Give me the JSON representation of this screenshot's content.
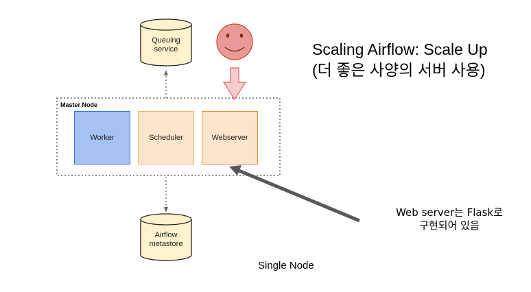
{
  "title": {
    "line1": "Scaling Airflow: Scale Up",
    "line2": "(더 좋은 사양의 서버 사용)"
  },
  "master_node": {
    "label": "Master Node"
  },
  "components": {
    "worker": "Worker",
    "scheduler": "Scheduler",
    "webserver": "Webserver"
  },
  "queuing_service": {
    "line1": "Queuing",
    "line2": "service"
  },
  "airflow_metastore": {
    "line1": "Airflow",
    "line2": "metastore"
  },
  "note": {
    "line1": "Web server는 Flask로",
    "line2": "구현되어 있음"
  },
  "caption": "Single Node",
  "colors": {
    "worker_fill": "#a4c2f4",
    "worker_border": "#3c78d8",
    "panel_fill": "#fce5cd",
    "panel_border": "#f6b26b",
    "webserver_border": "#e69138",
    "cylinder_fill": "#fff2cc",
    "smiley_fill": "#ea9999",
    "down_arrow_fill": "#f4cccc",
    "pointer_arrow": "#595959"
  }
}
